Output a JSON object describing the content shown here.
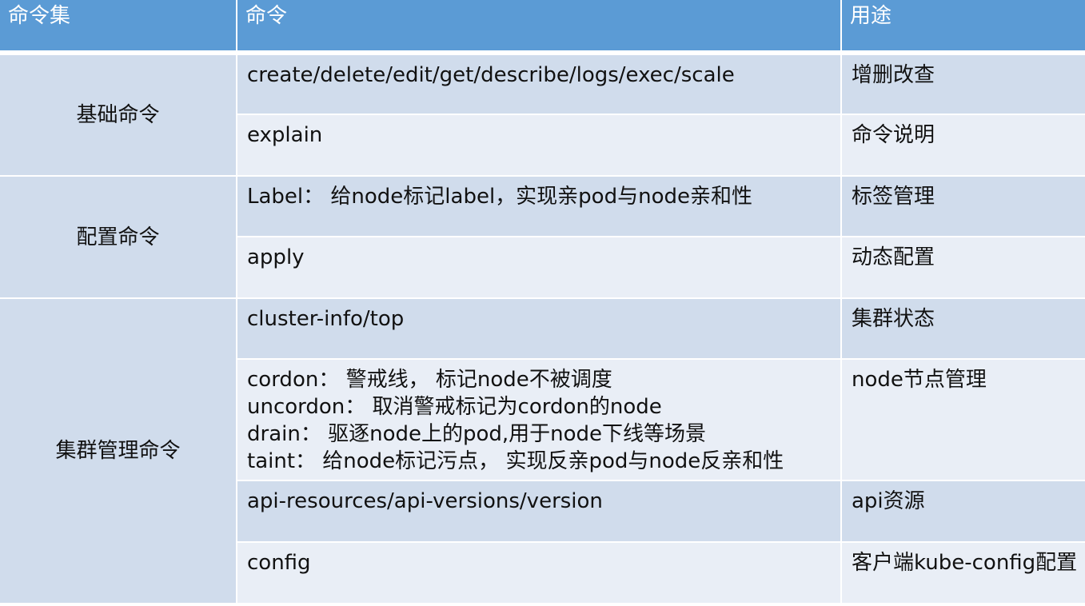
{
  "header": {
    "col1": "命令集",
    "col2": "命令",
    "col3": "用途"
  },
  "groups": [
    {
      "name": "基础命令",
      "rows": [
        {
          "command": "create/delete/edit/get/describe/logs/exec/scale",
          "purpose": "增删改查"
        },
        {
          "command": "explain",
          "purpose": "命令说明"
        }
      ]
    },
    {
      "name": "配置命令",
      "rows": [
        {
          "command": "Label：  给node标记label，实现亲pod与node亲和性",
          "purpose": "标签管理"
        },
        {
          "command": "apply",
          "purpose": "动态配置"
        }
      ]
    },
    {
      "name": "集群管理命令",
      "rows": [
        {
          "command": "cluster-info/top",
          "purpose": "集群状态"
        },
        {
          "command_lines": [
            "cordon：  警戒线，  标记node不被调度",
            "uncordon：  取消警戒标记为cordon的node",
            "drain：  驱逐node上的pod,用于node下线等场景",
            "taint：  给node标记污点，  实现反亲pod与node反亲和性"
          ],
          "purpose": "node节点管理"
        },
        {
          "command": "api-resources/api-versions/version",
          "purpose": "api资源"
        },
        {
          "command": "config",
          "purpose": "客户端kube-config配置"
        }
      ]
    }
  ]
}
